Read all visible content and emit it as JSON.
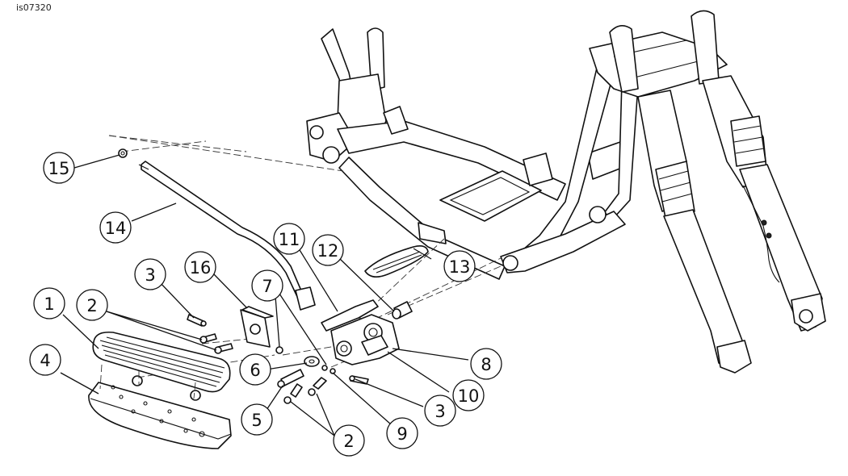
{
  "figure_id": "is07320",
  "callouts": [
    {
      "label": "1"
    },
    {
      "label": "2"
    },
    {
      "label": "3"
    },
    {
      "label": "4"
    },
    {
      "label": "5"
    },
    {
      "label": "2"
    },
    {
      "label": "6"
    },
    {
      "label": "7"
    },
    {
      "label": "9"
    },
    {
      "label": "8"
    },
    {
      "label": "3"
    },
    {
      "label": "10"
    },
    {
      "label": "11"
    },
    {
      "label": "12"
    },
    {
      "label": "13"
    },
    {
      "label": "14"
    },
    {
      "label": "15"
    },
    {
      "label": "16"
    }
  ]
}
